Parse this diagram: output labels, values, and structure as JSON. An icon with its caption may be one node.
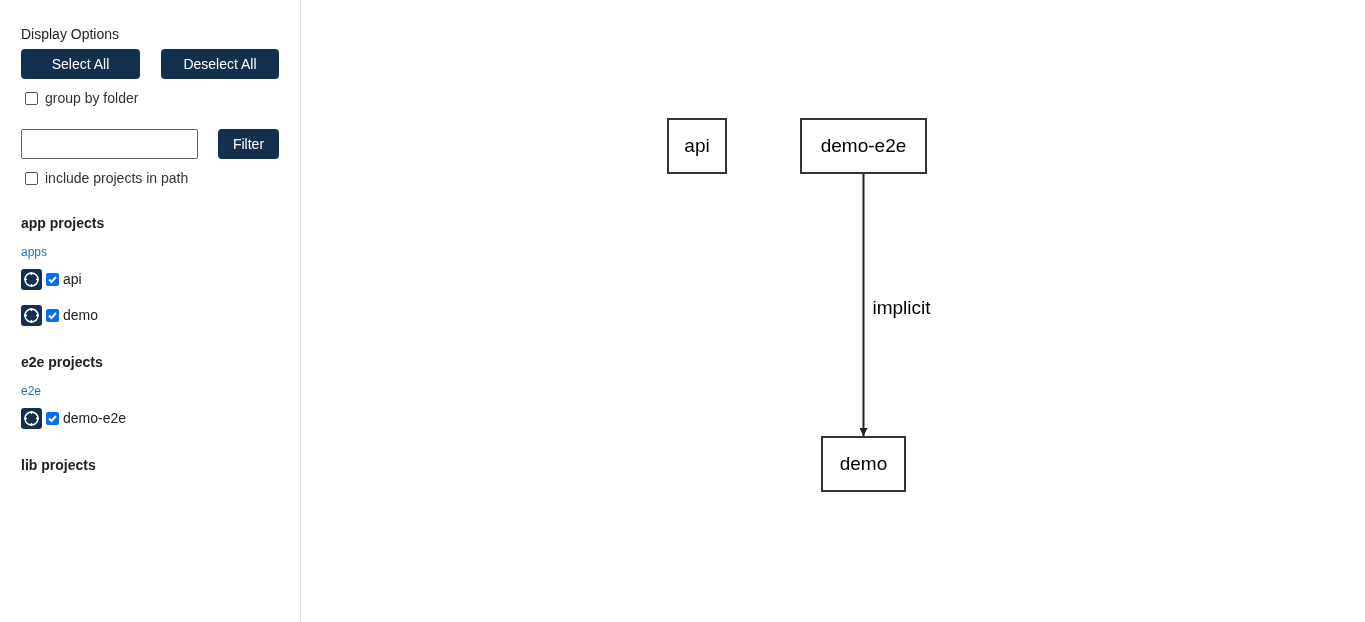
{
  "diagram": {
    "nodes": [
      {
        "text": [
          "api"
        ]
      },
      {
        "text": [
          "demo-e2e"
        ]
      },
      {
        "text": [
          "demo"
        ]
      }
    ],
    "edges": [
      {
        "from": 1,
        "to": 2,
        "arrow": "to",
        "label": "implicit"
      }
    ],
    "labels": [
      "Display Options",
      "Select All",
      "Deselect All",
      "group by folder",
      "Filter",
      "include projects in path",
      "app projects",
      "apps",
      "api",
      "demo",
      "e2e projects",
      "e2e",
      "demo-e2e",
      "lib projects"
    ]
  }
}
